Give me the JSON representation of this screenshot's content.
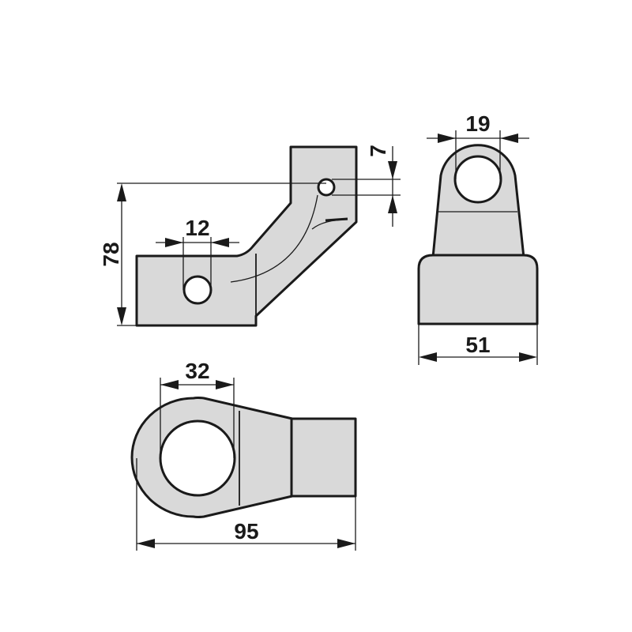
{
  "dimensions": {
    "side_height": "78",
    "side_hole": "12",
    "side_offset": "7",
    "front_hole": "19",
    "front_width": "51",
    "top_hole": "32",
    "top_length": "95"
  }
}
